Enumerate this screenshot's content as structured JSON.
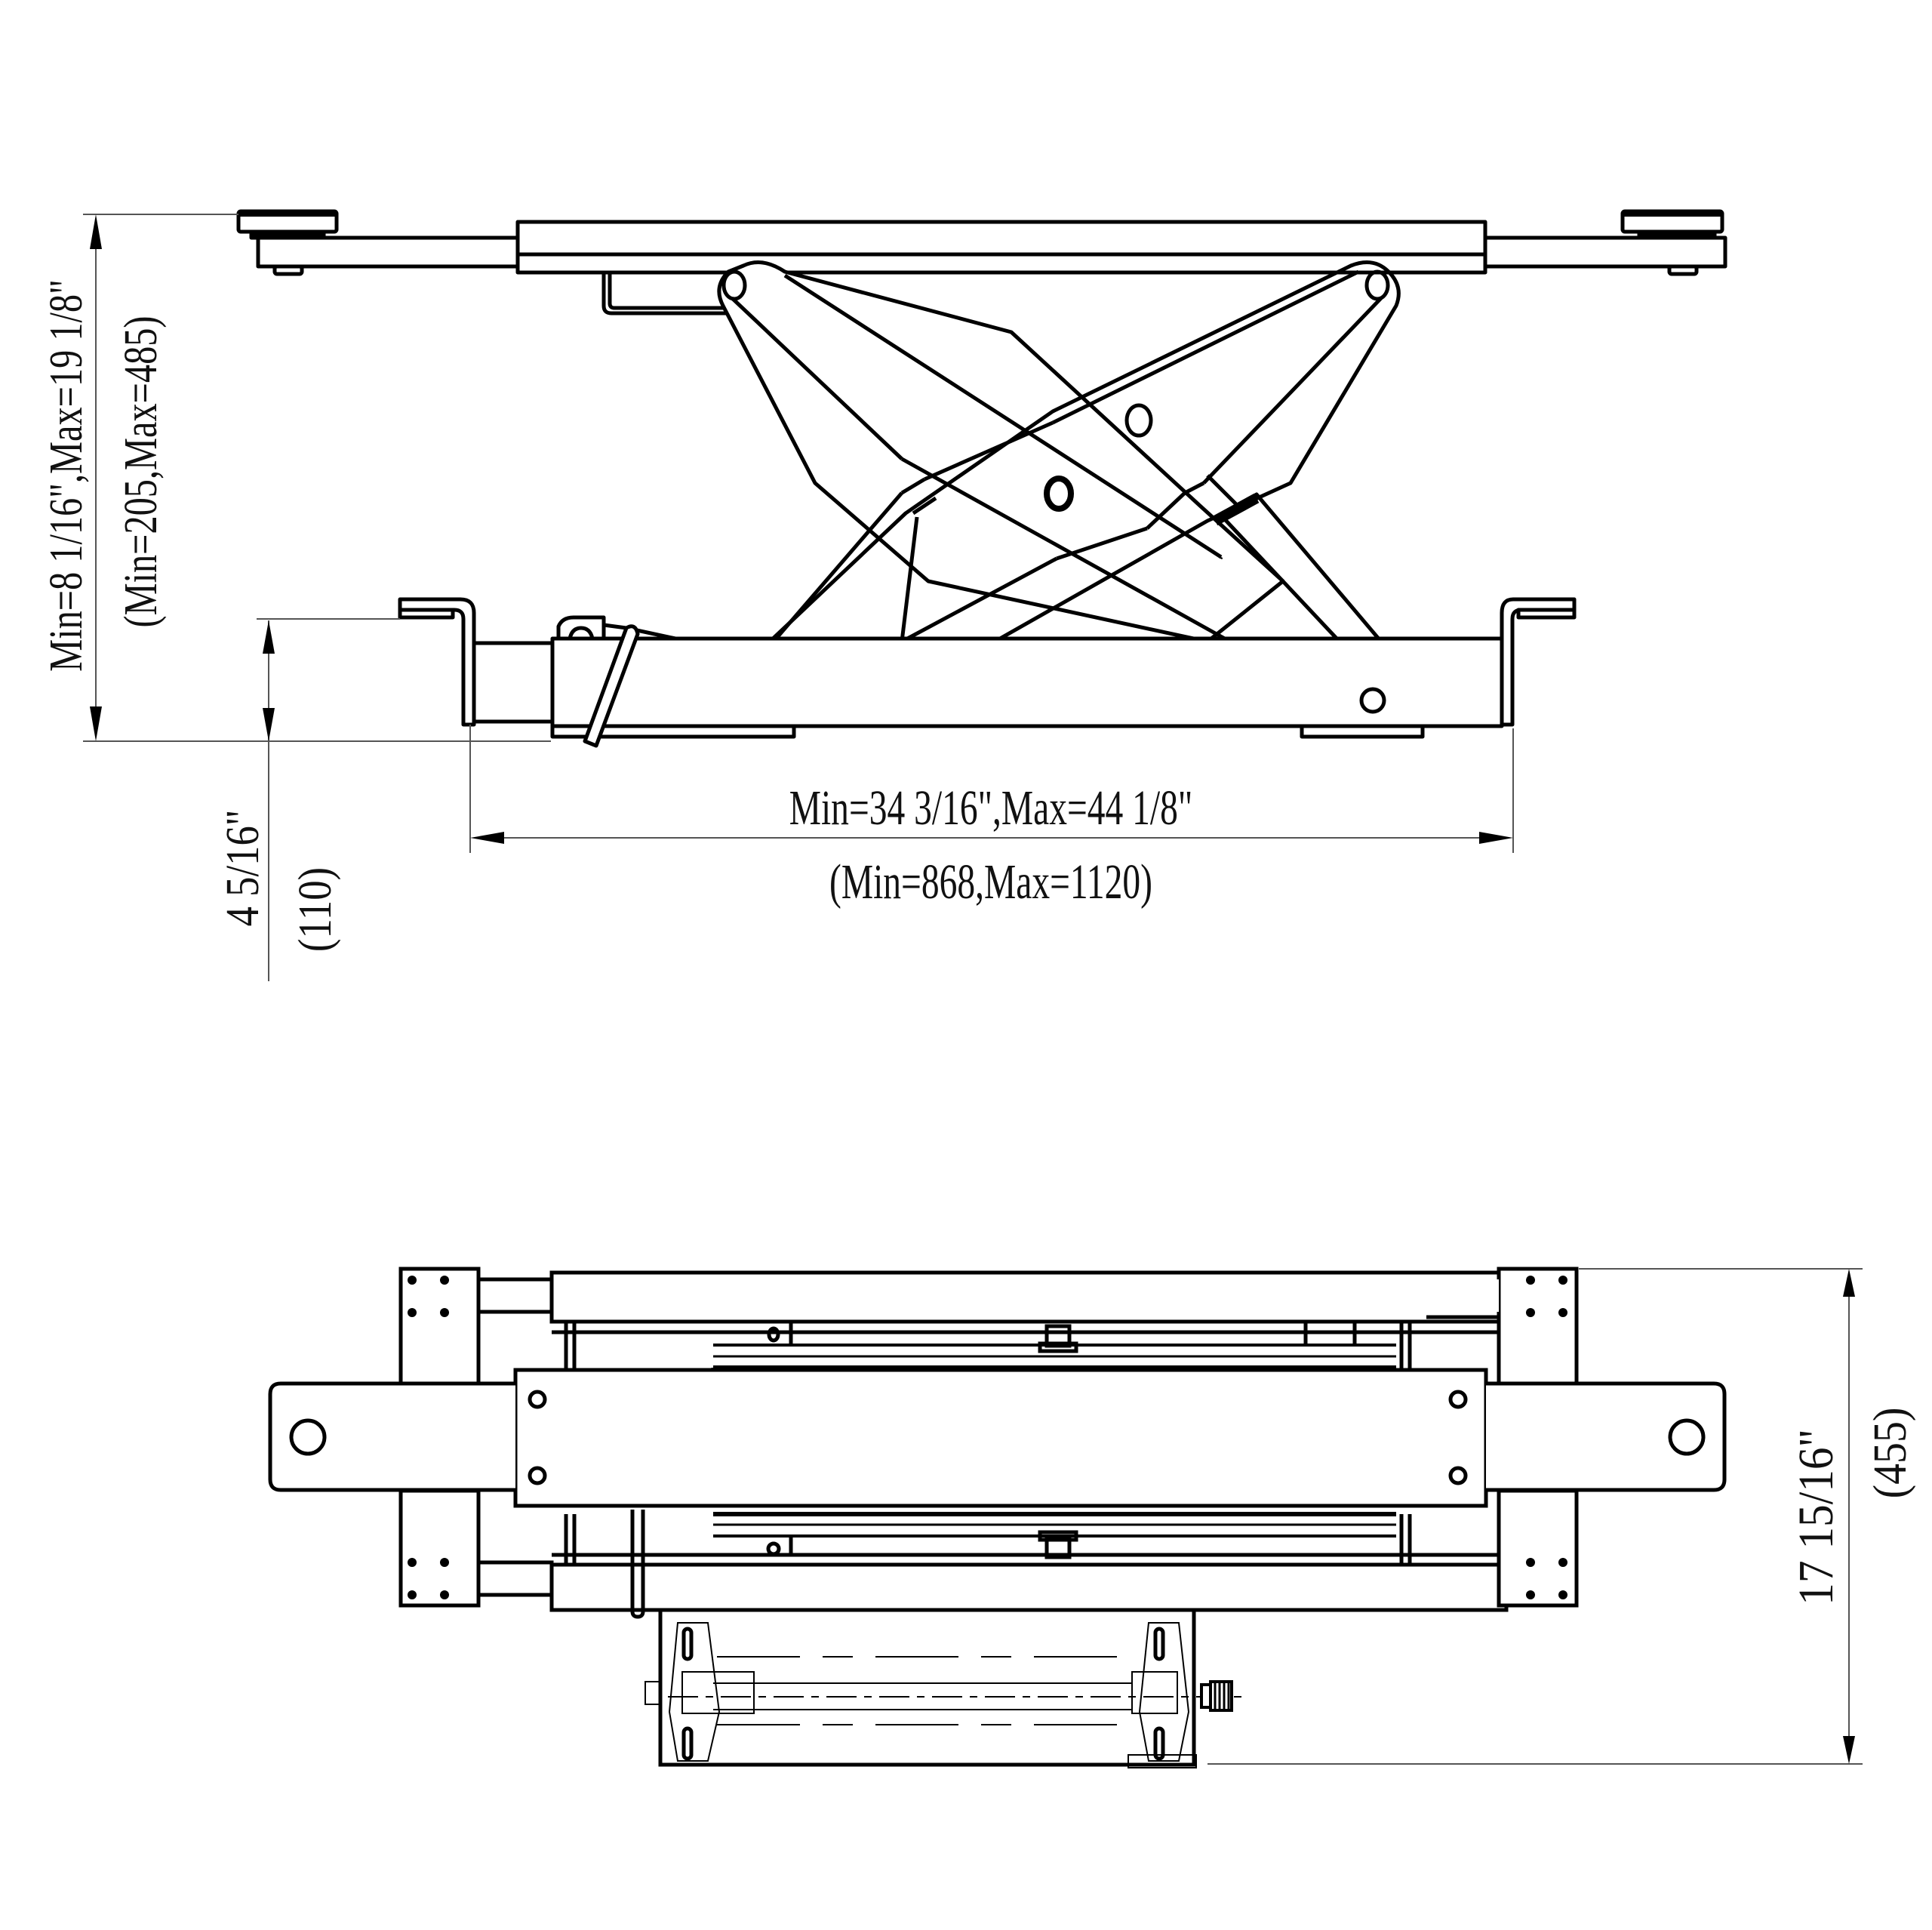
{
  "drawing": {
    "type": "technical-drawing",
    "subject": "scissor jack",
    "line_color": "#000000",
    "dim_line_color": "#555555",
    "background": "#ffffff",
    "views": [
      {
        "name": "side-elevation",
        "dimensions": {
          "height": {
            "imperial": "Min=8 1/16\",Max=19 1/8\"",
            "metric": "(Min=205,Max=485)"
          },
          "width": {
            "imperial": "Min=34 3/16\",Max=44 1/8\"",
            "metric": "(Min=868,Max=1120)"
          },
          "base_height": {
            "imperial": "4 5/16\"",
            "metric": "(110)"
          }
        }
      },
      {
        "name": "top-plan",
        "dimensions": {
          "depth": {
            "imperial": "17 15/16\"",
            "metric": "(455)"
          }
        }
      }
    ]
  }
}
